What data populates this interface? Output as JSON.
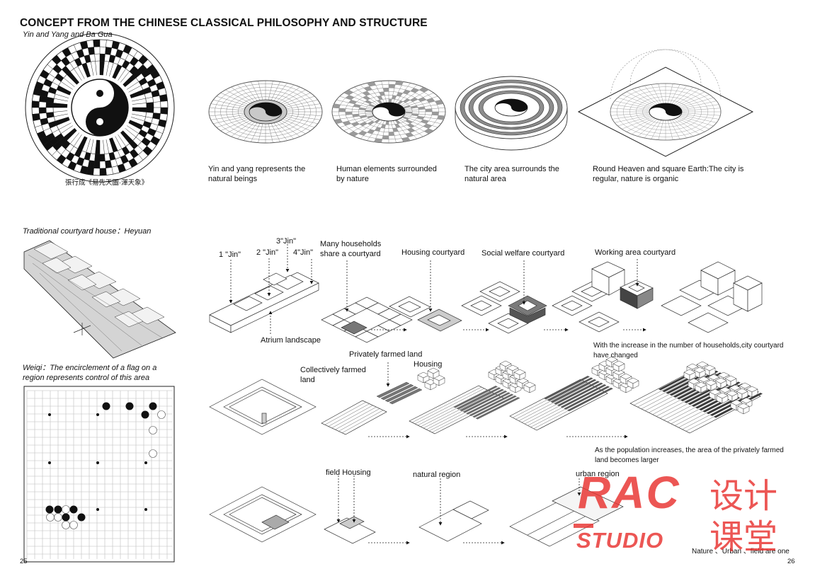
{
  "page": {
    "title": "CONCEPT FROM THE CHINESE CLASSICAL PHILOSOPHY AND STRUCTURE",
    "page_left": "25",
    "page_right": "26"
  },
  "yinyang": {
    "section_label": "Yin and Yang and Ba Gua",
    "source_caption": "張行成《易先天圖·渾天象》",
    "captions": [
      "Yin and yang represents the\nnatural beings",
      "Human elements surrounded\nby nature",
      "The city area surrounds the\nnatural area",
      "Round Heaven and square Earth:The city is\nregular, nature is organic"
    ]
  },
  "courtyard": {
    "section_label": "Traditional courtyard house：Heyuan",
    "labels": {
      "jin1": "1 \"Jin\"",
      "jin2": "2 \"Jin\"",
      "jin3": "3\"Jin\"",
      "jin4": "4\"Jin\"",
      "many_households": "Many households\nshare a courtyard",
      "housing_courtyard": "Housing courtyard",
      "social_welfare": "Social welfare courtyard",
      "working_area": "Working area courtyard",
      "atrium": "Atrium landscape",
      "note": "With the increase in the number of households,city courtyard\nhave changed"
    }
  },
  "weiqi": {
    "section_label": "Weiqi：The encirclement of a flag on a\nregion represents control of this area",
    "labels": {
      "collective": "Collectively  farmed\nland",
      "private": "Privately farmed land",
      "housing": "Housing",
      "note": "As the population increases, the area of the privately farmed\nland becomes larger"
    }
  },
  "region": {
    "labels": {
      "field_housing": "field Housing",
      "natural_region": "natural region",
      "urban_region": "urban region",
      "note": "Nature 、Urban 、field are one"
    }
  },
  "watermark": {
    "brand": "RAC",
    "studio": "STUDIO",
    "chinese": "设计\n课堂"
  },
  "colors": {
    "watermark": "#e8322f",
    "ink": "#111111",
    "grid": "#8a8a8a"
  }
}
